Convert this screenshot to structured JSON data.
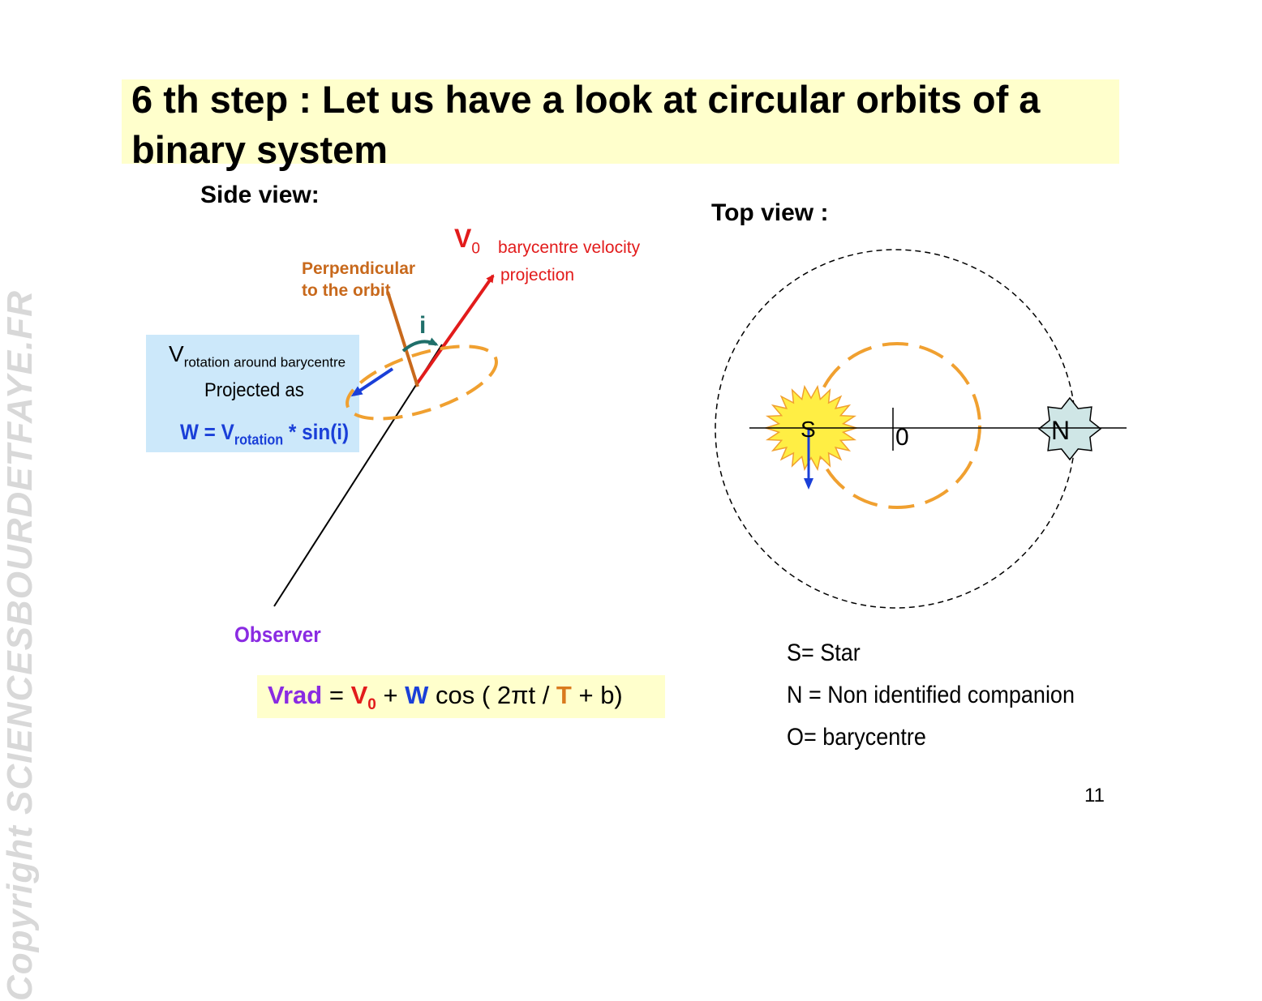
{
  "title": "6 th step : Let us have a look at circular orbits of a binary system",
  "watermark": "Copyright SCIENCESBOURDETFAYE.FR",
  "side_view": {
    "heading": "Side view:",
    "v0_symbol": "V",
    "v0_subscript": "0",
    "barycentre_velocity": "barycentre velocity",
    "projection": "projection",
    "perpendicular_line1": "Perpendicular",
    "perpendicular_line2": "to the orbit",
    "inclination": "i",
    "vrot_symbol": "V",
    "vrot_subscript": "rotation around barycentre",
    "projected_as": "Projected as",
    "w_formula_prefix": "W = V",
    "w_formula_subscript": "rotation",
    "w_formula_suffix": " * sin(i)",
    "observer": "Observer"
  },
  "formula": {
    "vrad": "Vrad",
    "eq": " = ",
    "v": "V",
    "v_sub": "0",
    "plus": " + ",
    "w": "W",
    "cos_open": " cos ( 2πt / ",
    "t": "T",
    "close": " + b)"
  },
  "top_view": {
    "heading": "Top view :",
    "star_marker": "S",
    "barycentre_marker": "0",
    "companion_marker": "N"
  },
  "legend": {
    "s": "S= Star",
    "n": "N = Non identified companion",
    "o": "O= barycentre"
  },
  "page_number": "11",
  "colors": {
    "title_bg": "#ffffcc",
    "red": "#e21b1b",
    "blue": "#1a3fd8",
    "orange": "#f0a030",
    "brown": "#c8691c",
    "purple": "#8a2be2",
    "teal": "#1f6f6a",
    "light_blue_box": "#cce8fa",
    "star_yellow": "#ffee44",
    "companion_teal": "#cfe6e6"
  }
}
